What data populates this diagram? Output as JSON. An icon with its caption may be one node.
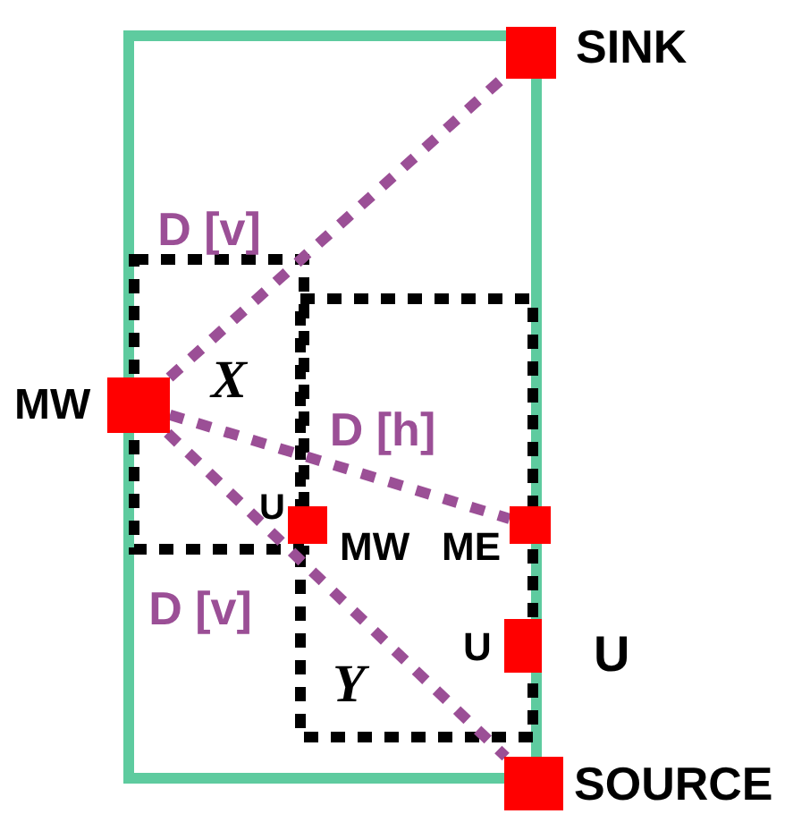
{
  "diagram": {
    "nodes": [
      {
        "text": [
          "SINK"
        ]
      },
      {
        "text": [
          "MW"
        ]
      },
      {
        "text": [
          "U",
          "MW"
        ]
      },
      {
        "text": [
          "ME"
        ]
      },
      {
        "text": [
          "U",
          "U"
        ]
      },
      {
        "text": [
          "SOURCE"
        ]
      }
    ],
    "edges": [
      {
        "from": 1,
        "to": 0,
        "arrow": "none",
        "label": "D [v]",
        "style": "dashed",
        "color": "#9b4f96"
      },
      {
        "from": 1,
        "to": 3,
        "arrow": "none",
        "label": "D [h]",
        "style": "dashed",
        "color": "#9b4f96"
      },
      {
        "from": 1,
        "to": 5,
        "arrow": "none",
        "label": "D [v]",
        "style": "dashed",
        "color": "#9b4f96"
      }
    ],
    "labels": [
      "X",
      "Y"
    ]
  }
}
